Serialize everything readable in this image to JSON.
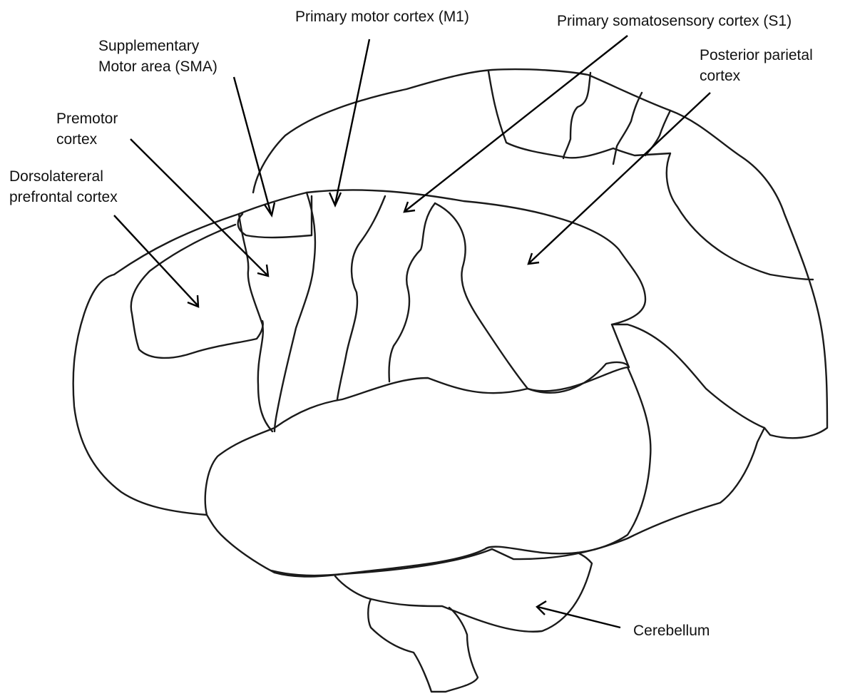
{
  "labels": {
    "m1": "Primary motor cortex (M1)",
    "s1": "Primary somatosensory cortex (S1)",
    "sma_line1": "Supplementary",
    "sma_line2": "Motor area (SMA)",
    "ppc_line1": "Posterior parietal",
    "ppc_line2": "cortex",
    "premotor_line1": "Premotor",
    "premotor_line2": "cortex",
    "dlpfc_line1": "Dorsolatereral",
    "dlpfc_line2": "prefrontal cortex",
    "cerebellum": "Cerebellum"
  },
  "colors": {
    "stroke": "#1a1a1a",
    "text": "#111111",
    "background": "#ffffff"
  }
}
